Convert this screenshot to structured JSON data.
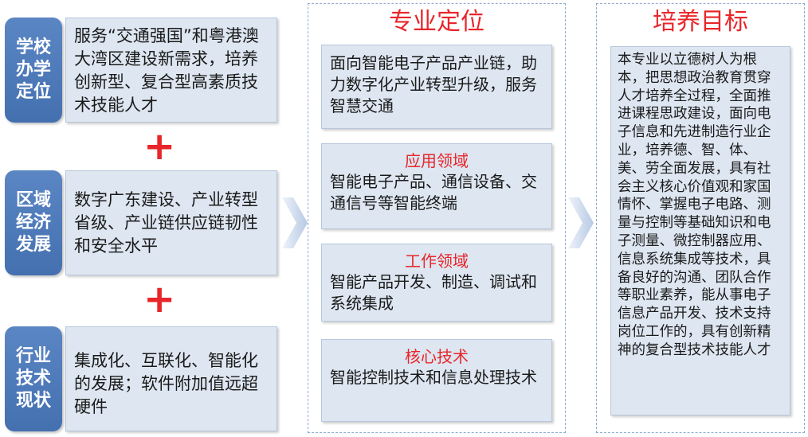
{
  "left": {
    "rows": [
      {
        "label": "学校\n办学\n定位",
        "text": "服务“交通强国”和粤港澳大湾区建设新需求，培养创新型、复合型高素质技术技能人才"
      },
      {
        "label": "区域\n经济\n发展",
        "text": "数字广东建设、产业转型省级、产业链供应链韧性和安全水平"
      },
      {
        "label": "行业\n技术\n现状",
        "text": "集成化、互联化、智能化的发展；软件附加值远超硬件"
      }
    ],
    "plus_symbol": "+"
  },
  "middle": {
    "title": "专业定位",
    "intro": "面向智能电子产品产业链，助力数字化产业转型升级，服务智慧交通",
    "cards": [
      {
        "heading": "应用领域",
        "text": "智能电子产品、通信设备、交通信号等智能终端"
      },
      {
        "heading": "工作领域",
        "text": "智能产品开发、制造、调试和系统集成"
      },
      {
        "heading": "核心技术",
        "text": "智能控制技术和信息处理技术"
      }
    ]
  },
  "right": {
    "title": "培养目标",
    "text": "本专业以立德树人为根本，把思想政治教育贯穿人才培养全过程，全面推进课程思政建设，面向电子信息和先进制造行业企业，培养德、智、体、美、劳全面发展，具有社会主义核心价值观和家国情怀、掌握电子电路、测量与控制等基础知识和电子测量、微控制器应用、信息系统集成等技术，具备良好的沟通、团队合作等职业素养，能从事电子信息产品开发、技术支持岗位工作的，具有创新精神的复合型技术技能人才"
  },
  "colors": {
    "label_bg": "#4a78b8",
    "box_bg": "#dde6f1",
    "accent_red": "#e8262a",
    "dashed_border": "#8faad0"
  }
}
